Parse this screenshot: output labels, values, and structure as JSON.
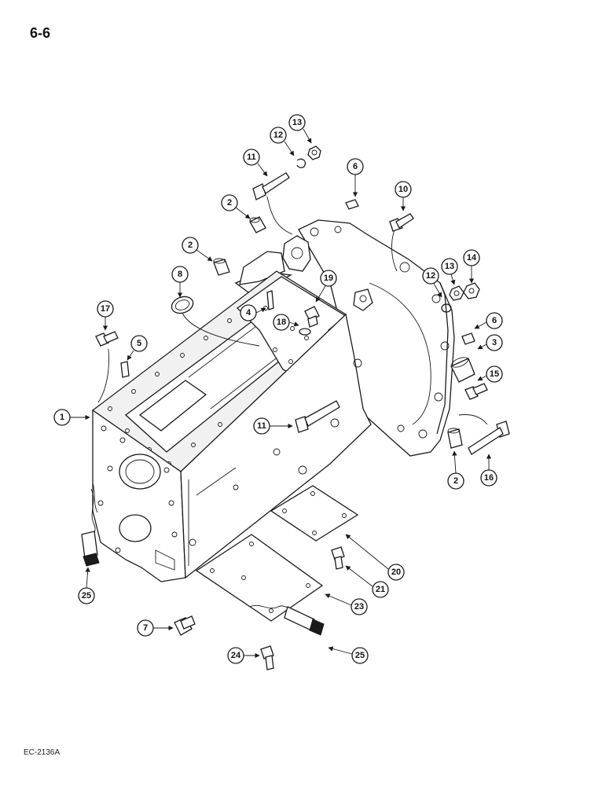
{
  "page_number": "6-6",
  "figure_code": "EC-2136A",
  "callouts": [
    {
      "id": "c13a",
      "label": "13"
    },
    {
      "id": "c12a",
      "label": "12"
    },
    {
      "id": "c11a",
      "label": "11"
    },
    {
      "id": "c6a",
      "label": "6"
    },
    {
      "id": "c10",
      "label": "10"
    },
    {
      "id": "c2a",
      "label": "2"
    },
    {
      "id": "c2b",
      "label": "2"
    },
    {
      "id": "c8",
      "label": "8"
    },
    {
      "id": "c19",
      "label": "19"
    },
    {
      "id": "c13b",
      "label": "13"
    },
    {
      "id": "c14",
      "label": "14"
    },
    {
      "id": "c12b",
      "label": "12"
    },
    {
      "id": "c17",
      "label": "17"
    },
    {
      "id": "c4",
      "label": "4"
    },
    {
      "id": "c18",
      "label": "18"
    },
    {
      "id": "c5",
      "label": "5"
    },
    {
      "id": "c6b",
      "label": "6"
    },
    {
      "id": "c3",
      "label": "3"
    },
    {
      "id": "c15",
      "label": "15"
    },
    {
      "id": "c1",
      "label": "1"
    },
    {
      "id": "c11b",
      "label": "11"
    },
    {
      "id": "c2c",
      "label": "2"
    },
    {
      "id": "c16",
      "label": "16"
    },
    {
      "id": "c20",
      "label": "20"
    },
    {
      "id": "c21",
      "label": "21"
    },
    {
      "id": "c25a",
      "label": "25"
    },
    {
      "id": "c23",
      "label": "23"
    },
    {
      "id": "c7",
      "label": "7"
    },
    {
      "id": "c24",
      "label": "24"
    },
    {
      "id": "c25b",
      "label": "25"
    }
  ]
}
